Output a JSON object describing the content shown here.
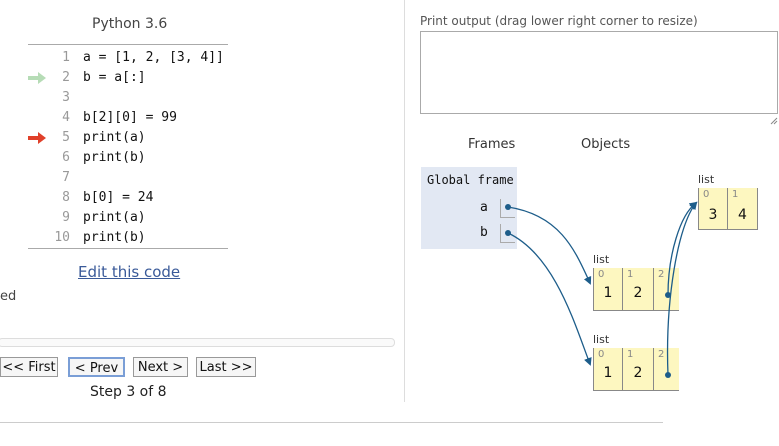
{
  "editor": {
    "language": "Python 3.6",
    "lines": [
      {
        "num": "1",
        "code": "a = [1, 2, [3, 4]]"
      },
      {
        "num": "2",
        "code": "b = a[:]"
      },
      {
        "num": "3",
        "code": ""
      },
      {
        "num": "4",
        "code": "b[2][0] = 99"
      },
      {
        "num": "5",
        "code": "print(a)"
      },
      {
        "num": "6",
        "code": "print(b)"
      },
      {
        "num": "7",
        "code": ""
      },
      {
        "num": "8",
        "code": "b[0] = 24"
      },
      {
        "num": "9",
        "code": "print(a)"
      },
      {
        "num": "10",
        "code": "print(b)"
      }
    ],
    "prev_line": 2,
    "next_line": 5,
    "edit_link": "Edit this code",
    "partial_label": "ed"
  },
  "nav": {
    "first": "<< First",
    "prev": "< Prev",
    "next": "Next >",
    "last": "Last >>",
    "step": "Step 3 of 8"
  },
  "output": {
    "label": "Print output (drag lower right corner to resize)",
    "text": ""
  },
  "viz": {
    "frames_header": "Frames",
    "objects_header": "Objects",
    "global_frame": "Global frame",
    "vars": [
      "a",
      "b"
    ],
    "list_label": "list",
    "list_a": [
      {
        "index": "0",
        "value": "1"
      },
      {
        "index": "1",
        "value": "2"
      },
      {
        "index": "2",
        "value": ""
      }
    ],
    "list_b": [
      {
        "index": "0",
        "value": "1"
      },
      {
        "index": "1",
        "value": "2"
      },
      {
        "index": "2",
        "value": ""
      }
    ],
    "inner_list": [
      {
        "index": "0",
        "value": "3"
      },
      {
        "index": "1",
        "value": "4"
      }
    ]
  },
  "colors": {
    "prev_arrow": "#b6dcb6",
    "next_arrow": "#e0402a",
    "pointer": "#1d5d8a",
    "heap_cell": "#fdf7c0",
    "frame_bg": "#e2e8f3"
  }
}
